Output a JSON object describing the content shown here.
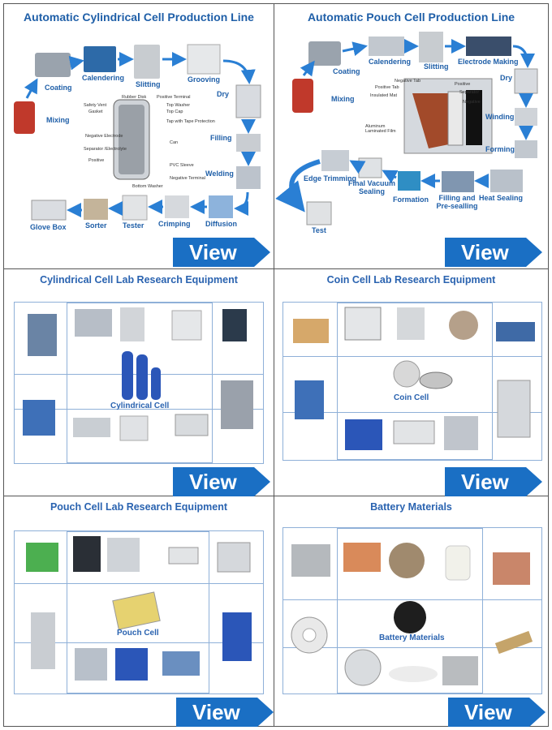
{
  "panels": {
    "cyl_line": {
      "title": "Automatic Cylindrical Cell Production Line",
      "steps": [
        "Coating",
        "Calendering",
        "Slitting",
        "Grooving",
        "Dry",
        "Filling",
        "Welding",
        "Diffusion",
        "Crimping",
        "Tester",
        "Sorter",
        "Glove Box",
        "Mixing"
      ],
      "parts": [
        "Rubber Disk",
        "Positive Terminal",
        "Safety Vent",
        "Top Washer",
        "Gasket",
        "Top Cap",
        "Tap with Tape Protection",
        "Negative Electrode",
        "Can",
        "Separator /Electrolyte",
        "Positive",
        "PVC Sleeve",
        "Negative Terminal",
        "Bottom Washer"
      ]
    },
    "pouch_line": {
      "title": "Automatic Pouch Cell Production Line",
      "steps": [
        "Coating",
        "Calendering",
        "Slitting",
        "Electrode Making",
        "Dry",
        "Mixing",
        "Winding",
        "Forming",
        "Heat Sealing",
        "Filling and Pre-sealling",
        "Formation",
        "Final Vacuum Sealing",
        "Edge Trimming",
        "Test"
      ],
      "parts": [
        "Negative Tab",
        "Positive Tab",
        "Positive",
        "Insulated Mat",
        "Separator",
        "Negative",
        "Aluminum Laminated Film"
      ]
    },
    "cyl_lab": {
      "title": "Cylindrical Cell Lab Research Equipment",
      "center": "Cylindrical Cell"
    },
    "coin_lab": {
      "title": "Coin Cell Lab Research Equipment",
      "center": "Coin Cell"
    },
    "pouch_lab": {
      "title": "Pouch Cell Lab Research Equipment",
      "center": "Pouch Cell"
    },
    "materials": {
      "title": "Battery Materials",
      "center": "Battery Materials"
    }
  },
  "view_label": "View",
  "colors": {
    "accent": "#1f5fa8",
    "button": "#1a6fc4",
    "frame": "#8fb0d8"
  },
  "icons": [
    "arrow-right-icon",
    "machine-icon",
    "battery-icon",
    "coin-cell-icon",
    "pouch-cell-icon",
    "material-roll-icon"
  ]
}
